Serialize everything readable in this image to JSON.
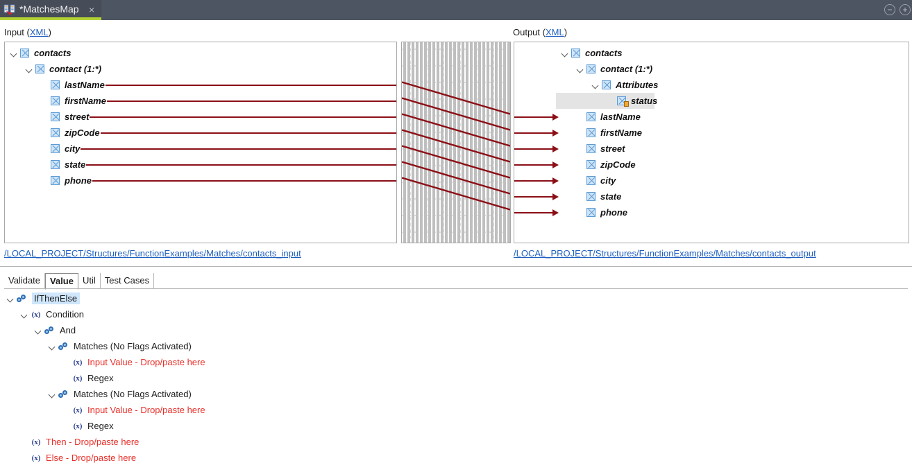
{
  "window": {
    "tab": {
      "title": "*MatchesMap",
      "icon": "mapping-icon",
      "close": "×"
    },
    "minimize_icon": "−",
    "maximize_icon": "+"
  },
  "mapping": {
    "input": {
      "label_prefix": "Input (",
      "label_link": "XML",
      "label_suffix": ")"
    },
    "output": {
      "label_prefix": "Output (",
      "label_link": "XML",
      "label_suffix": ")"
    },
    "input_tree": [
      {
        "name": "contacts",
        "indent": 0,
        "twisty": true,
        "icon": "element-checkbox-icon",
        "wire": false
      },
      {
        "name": "contact (1:*)",
        "indent": 1,
        "twisty": true,
        "icon": "element-checkbox-icon",
        "wire": false
      },
      {
        "name": "lastName",
        "indent": 2,
        "twisty": false,
        "icon": "element-checkbox-icon",
        "wire": true
      },
      {
        "name": "firstName",
        "indent": 2,
        "twisty": false,
        "icon": "element-checkbox-icon",
        "wire": true
      },
      {
        "name": "street",
        "indent": 2,
        "twisty": false,
        "icon": "element-checkbox-icon",
        "wire": true
      },
      {
        "name": "zipCode",
        "indent": 2,
        "twisty": false,
        "icon": "element-checkbox-icon",
        "wire": true
      },
      {
        "name": "city",
        "indent": 2,
        "twisty": false,
        "icon": "element-checkbox-icon",
        "wire": true
      },
      {
        "name": "state",
        "indent": 2,
        "twisty": false,
        "icon": "element-checkbox-icon",
        "wire": true
      },
      {
        "name": "phone",
        "indent": 2,
        "twisty": false,
        "icon": "element-checkbox-icon",
        "wire": true
      }
    ],
    "output_tree": [
      {
        "name": "contacts",
        "indent": 0,
        "twisty": true,
        "icon": "element-checkbox-icon",
        "arrow": false,
        "selected": false
      },
      {
        "name": "contact (1:*)",
        "indent": 1,
        "twisty": true,
        "icon": "element-checkbox-icon",
        "arrow": false,
        "selected": false
      },
      {
        "name": "Attributes",
        "indent": 2,
        "twisty": true,
        "icon": "element-checkbox-icon",
        "arrow": false,
        "selected": false
      },
      {
        "name": "status",
        "indent": 3,
        "twisty": false,
        "icon": "attribute-icon",
        "arrow": false,
        "selected": true
      },
      {
        "name": "lastName",
        "indent": 1,
        "twisty": false,
        "icon": "element-checkbox-icon",
        "arrow": true,
        "selected": false
      },
      {
        "name": "firstName",
        "indent": 1,
        "twisty": false,
        "icon": "element-checkbox-icon",
        "arrow": true,
        "selected": false
      },
      {
        "name": "street",
        "indent": 1,
        "twisty": false,
        "icon": "element-checkbox-icon",
        "arrow": true,
        "selected": false
      },
      {
        "name": "zipCode",
        "indent": 1,
        "twisty": false,
        "icon": "element-checkbox-icon",
        "arrow": true,
        "selected": false
      },
      {
        "name": "city",
        "indent": 1,
        "twisty": false,
        "icon": "element-checkbox-icon",
        "arrow": true,
        "selected": false
      },
      {
        "name": "state",
        "indent": 1,
        "twisty": false,
        "icon": "element-checkbox-icon",
        "arrow": true,
        "selected": false
      },
      {
        "name": "phone",
        "indent": 1,
        "twisty": false,
        "icon": "element-checkbox-icon",
        "arrow": true,
        "selected": false
      }
    ],
    "connections": [
      {
        "from": "lastName",
        "to": "lastName"
      },
      {
        "from": "firstName",
        "to": "firstName"
      },
      {
        "from": "street",
        "to": "street"
      },
      {
        "from": "zipCode",
        "to": "zipCode"
      },
      {
        "from": "city",
        "to": "city"
      },
      {
        "from": "state",
        "to": "state"
      },
      {
        "from": "phone",
        "to": "phone"
      }
    ],
    "input_path": "/LOCAL_PROJECT/Structures/FunctionExamples/Matches/contacts_input",
    "output_path": "/LOCAL_PROJECT/Structures/FunctionExamples/Matches/contacts_output"
  },
  "bottom": {
    "tabs": [
      {
        "label": "Validate",
        "active": false
      },
      {
        "label": "Value",
        "active": true
      },
      {
        "label": "Util",
        "active": false
      },
      {
        "label": "Test Cases",
        "active": false
      }
    ],
    "tree": [
      {
        "label": "IfThenElse",
        "indent": 0,
        "twisty": true,
        "icon": "chain-icon",
        "red": false,
        "selected": true
      },
      {
        "label": "Condition",
        "indent": 1,
        "twisty": true,
        "icon": "fx-icon",
        "red": false,
        "selected": false
      },
      {
        "label": "And",
        "indent": 2,
        "twisty": true,
        "icon": "chain-icon",
        "red": false,
        "selected": false
      },
      {
        "label": "Matches (No Flags Activated)",
        "indent": 3,
        "twisty": true,
        "icon": "chain-icon",
        "red": false,
        "selected": false
      },
      {
        "label": "Input Value - Drop/paste here",
        "indent": 4,
        "twisty": false,
        "icon": "fx-icon",
        "red": true,
        "selected": false
      },
      {
        "label": "Regex",
        "indent": 4,
        "twisty": false,
        "icon": "fx-icon",
        "red": false,
        "selected": false
      },
      {
        "label": "Matches (No Flags Activated)",
        "indent": 3,
        "twisty": true,
        "icon": "chain-icon",
        "red": false,
        "selected": false
      },
      {
        "label": "Input Value - Drop/paste here",
        "indent": 4,
        "twisty": false,
        "icon": "fx-icon",
        "red": true,
        "selected": false
      },
      {
        "label": "Regex",
        "indent": 4,
        "twisty": false,
        "icon": "fx-icon",
        "red": false,
        "selected": false
      },
      {
        "label": "Then - Drop/paste here",
        "indent": 1,
        "twisty": false,
        "icon": "fx-icon",
        "red": true,
        "selected": false
      },
      {
        "label": "Else - Drop/paste here",
        "indent": 1,
        "twisty": false,
        "icon": "fx-icon",
        "red": true,
        "selected": false
      }
    ],
    "fx_glyph": "(x)"
  },
  "colors": {
    "titlebar": "#4e5562",
    "tab_accent": "#b4d234",
    "wire": "#8b0f16",
    "link": "#1f5fbf",
    "error_text": "#e8302a",
    "selection_blue": "#cfe6fb",
    "selection_grey": "#e4e4e4"
  }
}
